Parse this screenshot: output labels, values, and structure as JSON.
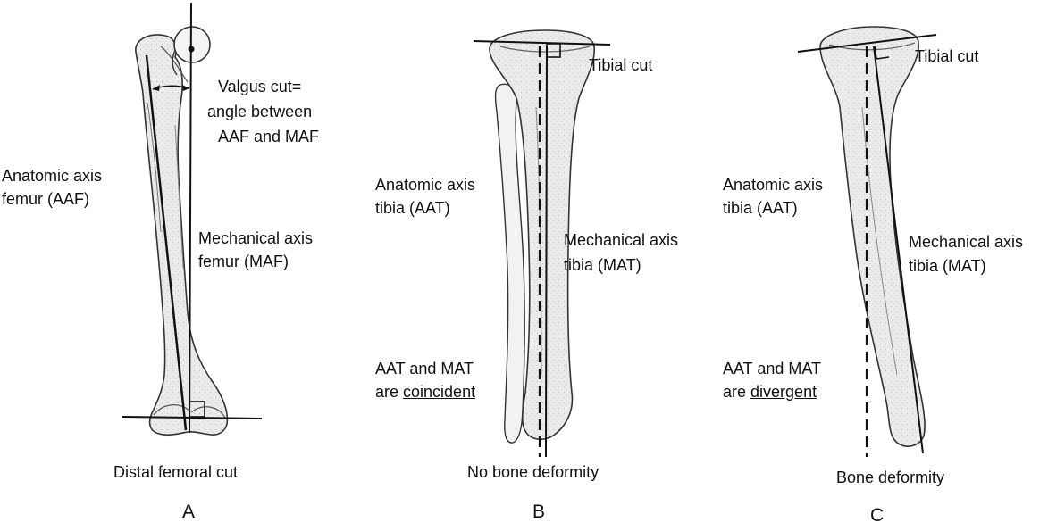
{
  "panel_a": {
    "valgus_line1": "Valgus cut=",
    "valgus_line2": "angle between",
    "valgus_line3": "AAF and MAF",
    "aaf_line1": "Anatomic axis",
    "aaf_line2": "femur  (AAF)",
    "maf_line1": "Mechanical axis",
    "maf_line2": "femur  (MAF)",
    "cut_label": "Distal femoral cut",
    "letter": "A"
  },
  "panel_b": {
    "tibial_cut": "Tibial cut",
    "aat_line1": "Anatomic axis",
    "aat_line2": "tibia  (AAT)",
    "mat_line1": "Mechanical axis",
    "mat_line2": "tibia  (MAT)",
    "relation_line1": "AAT and MAT",
    "relation_prefix": "are",
    "relation_word": "coincident",
    "caption": "No bone deformity",
    "letter": "B"
  },
  "panel_c": {
    "tibial_cut": "Tibial cut",
    "aat_line1": "Anatomic axis",
    "aat_line2": "tibia  (AAT)",
    "mat_line1": "Mechanical axis",
    "mat_line2": "tibia  (MAT)",
    "relation_line1": "AAT and MAT",
    "relation_prefix": "are",
    "relation_word": "divergent",
    "caption": "Bone deformity",
    "letter": "C"
  },
  "colors": {
    "bone_fill": "#e9e9e9",
    "bone_shade": "#cfcfcf",
    "line": "#111111"
  }
}
